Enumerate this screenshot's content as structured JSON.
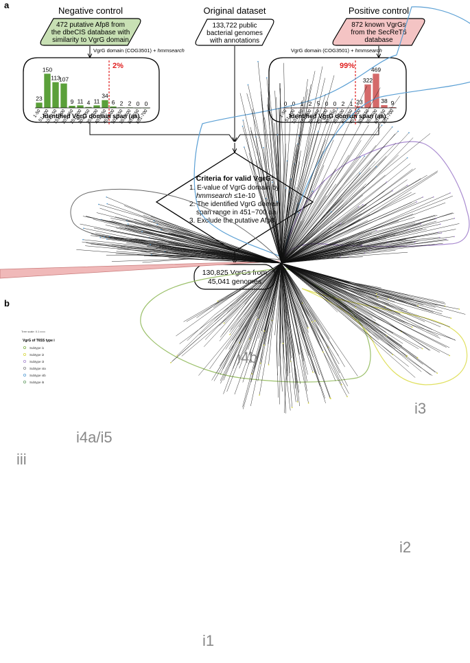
{
  "panel_a": {
    "label": "a",
    "negative": {
      "title": "Negative control",
      "box_lines": [
        "472 putative Afp8 from",
        "the dbeCIS database with",
        "similarity to VgrG domain"
      ],
      "method": "VgrG domain (COG3501) + ",
      "method_tool": "hmmsearch",
      "threshold_pct": "2%",
      "xlabel": "Identified VgrG domain span (aa)"
    },
    "original": {
      "title": "Original dataset",
      "box_lines": [
        "133,722 public",
        "bacterial genomes",
        "with annotations"
      ]
    },
    "positive": {
      "title": "Positive control",
      "box_lines": [
        "872 known VgrGs",
        "from the SecReT6",
        "database"
      ],
      "method": "VgrG domain (COG3501) + ",
      "method_tool": "hmmsearch",
      "threshold_pct": "99%",
      "xlabel": "Identified VgrG domain span (aa)"
    },
    "criteria": {
      "title": "Criteria for valid VgrG:",
      "line1a": "1. E-value of VgrG domain by",
      "line1b_tool": "hmmsearch",
      "line1b_rest": " ≤1e-10",
      "line2a": "2. The identified VgrG domain",
      "line2b": "span range in 451~700 aa",
      "line3": "3. Exclude the putative Afp8"
    },
    "result": {
      "lines": [
        "130,825 VgrGs from",
        "45,041 genomes"
      ]
    }
  },
  "panel_b": {
    "label": "b",
    "legend": {
      "scale": "Tree scale: 0.1",
      "title": "VgrG of T6SS type i",
      "items": [
        "Subtype i1",
        "Subtype i2",
        "Subtype i3",
        "Subtype i4a",
        "Subtype i4b",
        "Subtype i5"
      ]
    },
    "clades": {
      "i4b": "i4b",
      "i3": "i3",
      "i4a_i5": "i4a/i5",
      "iii": "iii",
      "i2": "i2",
      "i1": "i1"
    }
  },
  "colors": {
    "green_box": "#c8e0b4",
    "pink_box": "#f4c4c4",
    "green_bar": "#5ba03a",
    "red_bar": "#d46a6a",
    "threshold": "#e02020",
    "clade_blue": "#5a9fd4",
    "clade_purple": "#a98bd0",
    "clade_green": "#9bc06a",
    "clade_yellow": "#e0e060",
    "iii_fill": "#f0b9b9",
    "clade_grey": "#666666"
  },
  "chart_data": [
    {
      "type": "bar",
      "xlabel": "Identified VgrG domain span (aa)",
      "categories": [
        "1-50",
        "51-100",
        "101-150",
        "151-200",
        "201-250",
        "251-300",
        "301-350",
        "351-400",
        "401-450",
        "451-500",
        "501-550",
        "551-600",
        "601-650",
        "651-700"
      ],
      "values": [
        23,
        150,
        113,
        107,
        9,
        11,
        4,
        11,
        34,
        6,
        2,
        2,
        0,
        0
      ],
      "ylim": [
        0,
        160
      ],
      "annotation": "2%"
    },
    {
      "type": "bar",
      "xlabel": "Identified VgrG domain span (aa)",
      "categories": [
        "1-50",
        "51-100",
        "101-150",
        "151-200",
        "201-250",
        "251-300",
        "301-350",
        "351-400",
        "401-450",
        "451-500",
        "501-550",
        "551-600",
        "601-650",
        "651-700"
      ],
      "values": [
        0,
        0,
        1,
        2,
        5,
        0,
        0,
        2,
        1,
        23,
        322,
        469,
        38,
        9
      ],
      "ylim": [
        0,
        500
      ],
      "annotation": "99%"
    }
  ]
}
